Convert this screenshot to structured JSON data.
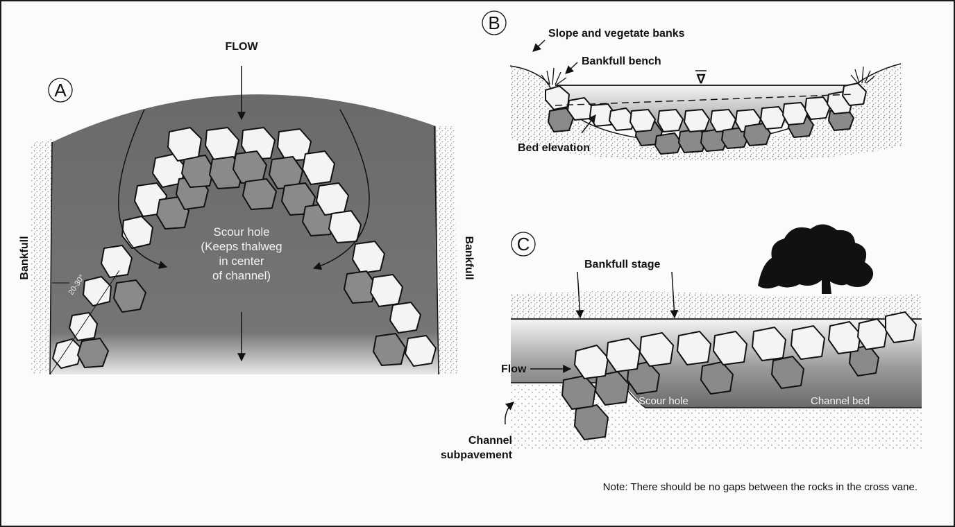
{
  "panels": {
    "a": {
      "letter": "A",
      "flow_label": "FLOW",
      "bankfull_left": "Bankfull",
      "bankfull_right": "Bankfull",
      "angle_label": "20-30°",
      "scour_lines": [
        "Scour hole",
        "(Keeps thalweg",
        "in center",
        "of channel)"
      ]
    },
    "b": {
      "letter": "B",
      "slope_label": "Slope and vegetate banks",
      "bench_label": "Bankfull bench",
      "bed_label": "Bed elevation",
      "water_symbol": "∇"
    },
    "c": {
      "letter": "C",
      "stage_label": "Bankfull stage",
      "flow_label": "Flow",
      "scour_label": "Scour hole",
      "bed_label": "Channel bed",
      "subpavement_lines": [
        "Channel",
        "subpavement"
      ]
    }
  },
  "note": "Note: There should be no gaps between the rocks in the cross vane.",
  "colors": {
    "water_dark": "#6e6e6e",
    "rock_light": "#f4f4f4",
    "rock_dark": "#8a8a8a",
    "ink": "#111111"
  }
}
